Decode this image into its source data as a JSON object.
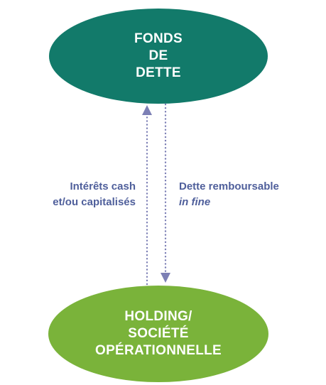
{
  "colors": {
    "top_node": "#127a6a",
    "bottom_node": "#7ab33a",
    "arrow": "#7c7fb5",
    "label_text": "#4f5f9b",
    "node_text": "#ffffff"
  },
  "diagram": {
    "top_node": {
      "lines": [
        "FONDS",
        "DE",
        "DETTE"
      ]
    },
    "bottom_node": {
      "lines": [
        "HOLDING/",
        "SOCIÉTÉ",
        "OPÉRATIONNELLE"
      ]
    },
    "left_label": {
      "lines": [
        "Intérêts cash",
        "et/ou capitalisés"
      ]
    },
    "right_label": {
      "line1": "Dette remboursable",
      "line2": "in fine"
    }
  }
}
